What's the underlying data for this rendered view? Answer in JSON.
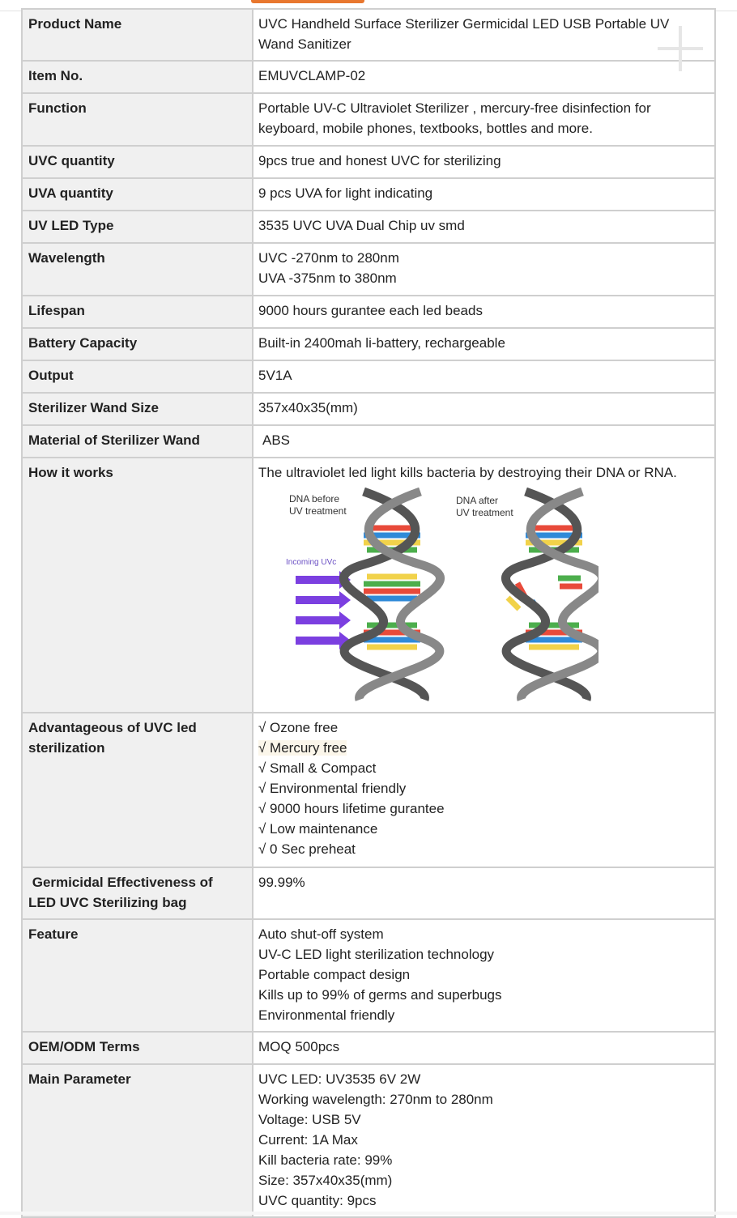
{
  "rows": [
    {
      "key": "Product Name",
      "lines": [
        "UVC Handheld Surface Sterilizer Germicidal LED USB Portable UV",
        "Wand Sanitizer"
      ]
    },
    {
      "key": "Item No.",
      "lines": [
        "EMUVCLAMP-02"
      ]
    },
    {
      "key": "Function",
      "lines": [
        "Portable UV-C Ultraviolet Sterilizer , mercury-free disinfection for",
        "keyboard, mobile phones, textbooks, bottles and more."
      ]
    },
    {
      "key": "UVC quantity",
      "lines": [
        "9pcs true and honest UVC for sterilizing"
      ]
    },
    {
      "key": "UVA quantity",
      "lines": [
        "9 pcs UVA for light indicating"
      ]
    },
    {
      "key": "UV LED Type",
      "lines": [
        "3535 UVC UVA Dual Chip uv smd"
      ]
    },
    {
      "key": "Wavelength",
      "lines": [
        "UVC -270nm to 280nm",
        "UVA -375nm to 380nm"
      ]
    },
    {
      "key": "Lifespan",
      "lines": [
        "9000 hours gurantee each led beads"
      ]
    },
    {
      "key": "Battery Capacity",
      "lines": [
        "Built-in 2400mah li-battery, rechargeable"
      ]
    },
    {
      "key": "Output",
      "lines": [
        "5V1A"
      ]
    },
    {
      "key": "Sterilizer Wand Size",
      "lines": [
        "357x40x35(mm)"
      ]
    },
    {
      "key": "Material of Sterilizer Wand",
      "lines": [
        "ABS"
      ]
    },
    {
      "key": "How it works",
      "lines": [
        "The ultraviolet led light kills bacteria by destroying their DNA or RNA."
      ],
      "diagram": {
        "label_before_1": "DNA before",
        "label_before_2": "UV treatment",
        "label_after_1": "DNA after",
        "label_after_2": "UV treatment",
        "incoming": "Incoming UVc"
      }
    },
    {
      "key_lines": [
        "Advantageous of UVC led",
        "sterilization"
      ],
      "lines": [
        "√ Ozone free",
        "√ Mercury free",
        "√ Small & Compact",
        "√ Environmental friendly",
        "√ 9000 hours lifetime gurantee",
        "√ Low maintenance",
        "√ 0 Sec preheat"
      ]
    },
    {
      "key_lines": [
        " Germicidal Effectiveness of",
        "LED UVC Sterilizing bag"
      ],
      "lines": [
        "99.99%"
      ]
    },
    {
      "key": "Feature",
      "lines": [
        "Auto shut-off system",
        "UV-C LED light sterilization technology",
        "Portable compact design",
        "Kills up to 99% of germs and superbugs",
        "Environmental friendly"
      ]
    },
    {
      "key": "OEM/ODM Terms",
      "lines": [
        "MOQ 500pcs"
      ]
    },
    {
      "key": "Main Parameter",
      "lines": [
        "UVC LED: UV3535 6V 2W",
        "Working wavelength: 270nm to 280nm",
        "Voltage: USB 5V",
        "Current: 1A Max",
        "Kill bacteria rate: 99%",
        "Size: 357x40x35(mm)",
        "UVC quantity: 9pcs"
      ]
    }
  ],
  "colors": {
    "accent": "#e8772e",
    "key_bg": "#f0f0f0",
    "border": "#cfcfcf",
    "arrow": "#7b3fe0"
  },
  "icons": {
    "corner": "plus-icon"
  }
}
